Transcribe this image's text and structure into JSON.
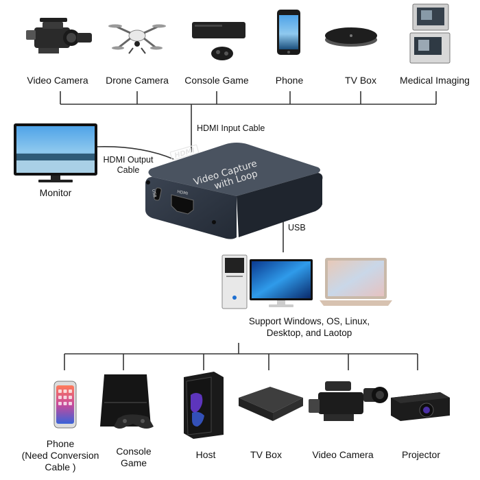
{
  "top_sources": [
    {
      "label": "Video Camera",
      "icon": "video-camera-icon"
    },
    {
      "label": "Drone Camera",
      "icon": "drone-icon"
    },
    {
      "label": "Console Game",
      "icon": "game-console-icon"
    },
    {
      "label": "Phone",
      "icon": "phone-icon"
    },
    {
      "label": "TV Box",
      "icon": "tv-box-icon"
    },
    {
      "label": "Medical Imaging",
      "icon": "medical-imaging-icon"
    }
  ],
  "hdmi_input_label": "HDMI Input Cable",
  "hdmi_output_label": [
    "HDMI Output",
    "Cable"
  ],
  "monitor_label": "Monitor",
  "usb_label": "USB",
  "device": {
    "logo": "HDMI",
    "title_line1": "Video Capture",
    "title_line2": "with Loop",
    "port_out": "HDMI",
    "port_usb": "USB",
    "icon": "capture-card-icon"
  },
  "support_text": [
    "Support Windows, OS, Linux,",
    "Desktop, and Laotop"
  ],
  "bottom_outputs": [
    {
      "label": [
        "Phone",
        "(Need Conversion",
        "Cable )"
      ],
      "icon": "phone-icon"
    },
    {
      "label": [
        "Console",
        "Game"
      ],
      "icon": "game-console-icon"
    },
    {
      "label": [
        "Host"
      ],
      "icon": "pc-tower-icon"
    },
    {
      "label": [
        "TV Box"
      ],
      "icon": "tv-box-icon"
    },
    {
      "label": [
        "Video Camera"
      ],
      "icon": "video-camera-icon"
    },
    {
      "label": [
        "Projector"
      ],
      "icon": "projector-icon"
    }
  ],
  "colors": {
    "line": "#333333",
    "device_body": "#2c3340",
    "screen_blue": "#1e6fd1"
  }
}
